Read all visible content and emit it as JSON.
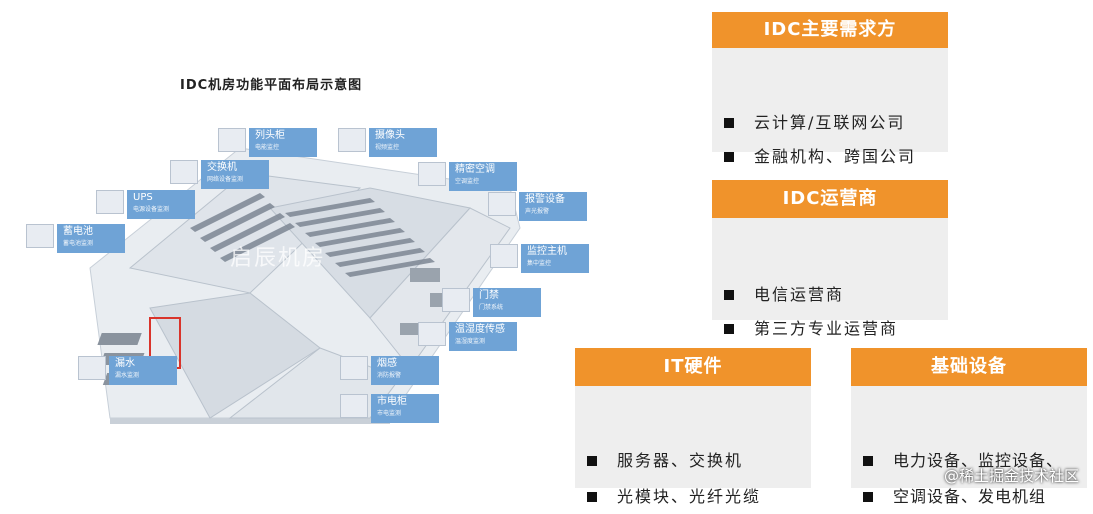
{
  "diagram": {
    "title": "IDC机房功能平面布局示意图",
    "center_watermark": "启辰机房",
    "callouts": [
      {
        "label": "列头柜",
        "sub": "电能监控"
      },
      {
        "label": "摄像头",
        "sub": "视频监控"
      },
      {
        "label": "交换机",
        "sub": "网络设备监测"
      },
      {
        "label": "精密空调",
        "sub": "空调监控"
      },
      {
        "label": "UPS",
        "sub": "电源设备监测"
      },
      {
        "label": "报警设备",
        "sub": "声光报警"
      },
      {
        "label": "蓄电池",
        "sub": "蓄电池监测"
      },
      {
        "label": "监控主机",
        "sub": "集中监控"
      },
      {
        "label": "门禁",
        "sub": "门禁系统"
      },
      {
        "label": "温湿度传感",
        "sub": "温湿度监测"
      },
      {
        "label": "漏水",
        "sub": "漏水监测"
      },
      {
        "label": "烟感",
        "sub": "消防报警"
      },
      {
        "label": "市电柜",
        "sub": "市电监测"
      }
    ]
  },
  "boxes": [
    {
      "title": "IDC主要需求方",
      "items": [
        "云计算/互联网公司",
        "金融机构、跨国公司"
      ]
    },
    {
      "title": "IDC运营商",
      "items": [
        "电信运营商",
        "第三方专业运营商"
      ]
    },
    {
      "title": "IT硬件",
      "items": [
        "服务器、交换机",
        "光模块、光纤光缆"
      ]
    },
    {
      "title": "基础设备",
      "items": [
        "电力设备、监控设备、",
        "空调设备、发电机组"
      ]
    }
  ],
  "credit": "@稀土掘金技术社区",
  "colors": {
    "accent": "#f0932b",
    "panel": "#eeeeee",
    "callout": "#6fa3d6"
  }
}
